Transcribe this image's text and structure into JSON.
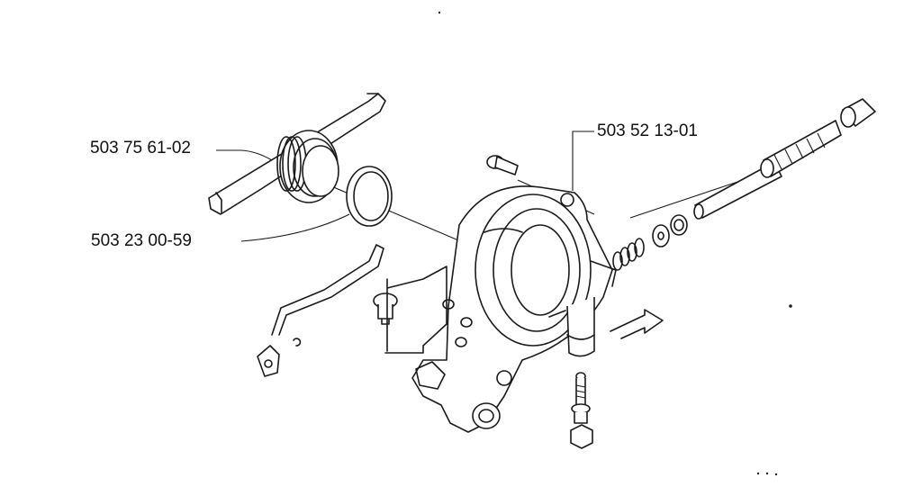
{
  "diagram": {
    "labels": {
      "part_a": "503 75 61-02",
      "part_b": "503 23 00-59",
      "part_c": "503 52 13-01"
    }
  }
}
